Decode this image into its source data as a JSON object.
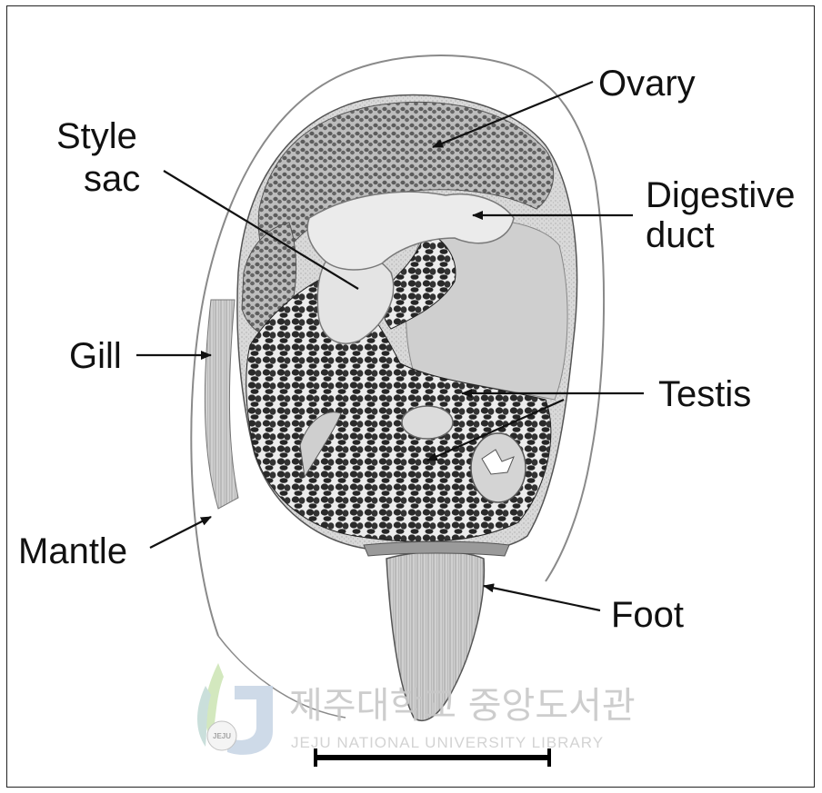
{
  "labels": {
    "ovary": "Ovary",
    "style_sac_line1": "Style",
    "style_sac_line2": "sac",
    "digestive_line1": "Digestive",
    "digestive_line2": "duct",
    "gill": "Gill",
    "testis": "Testis",
    "mantle": "Mantle",
    "foot": "Foot"
  },
  "watermark": {
    "korean": "제주대학교 중앙도서관",
    "english": "JEJU NATIONAL UNIVERSITY  LIBRARY",
    "seal_text": "JEJU"
  },
  "colors": {
    "tissue_dark": "#2a2a2a",
    "tissue_mid": "#6e6e6e",
    "tissue_light": "#d6d6d6",
    "arrow": "#111111"
  }
}
